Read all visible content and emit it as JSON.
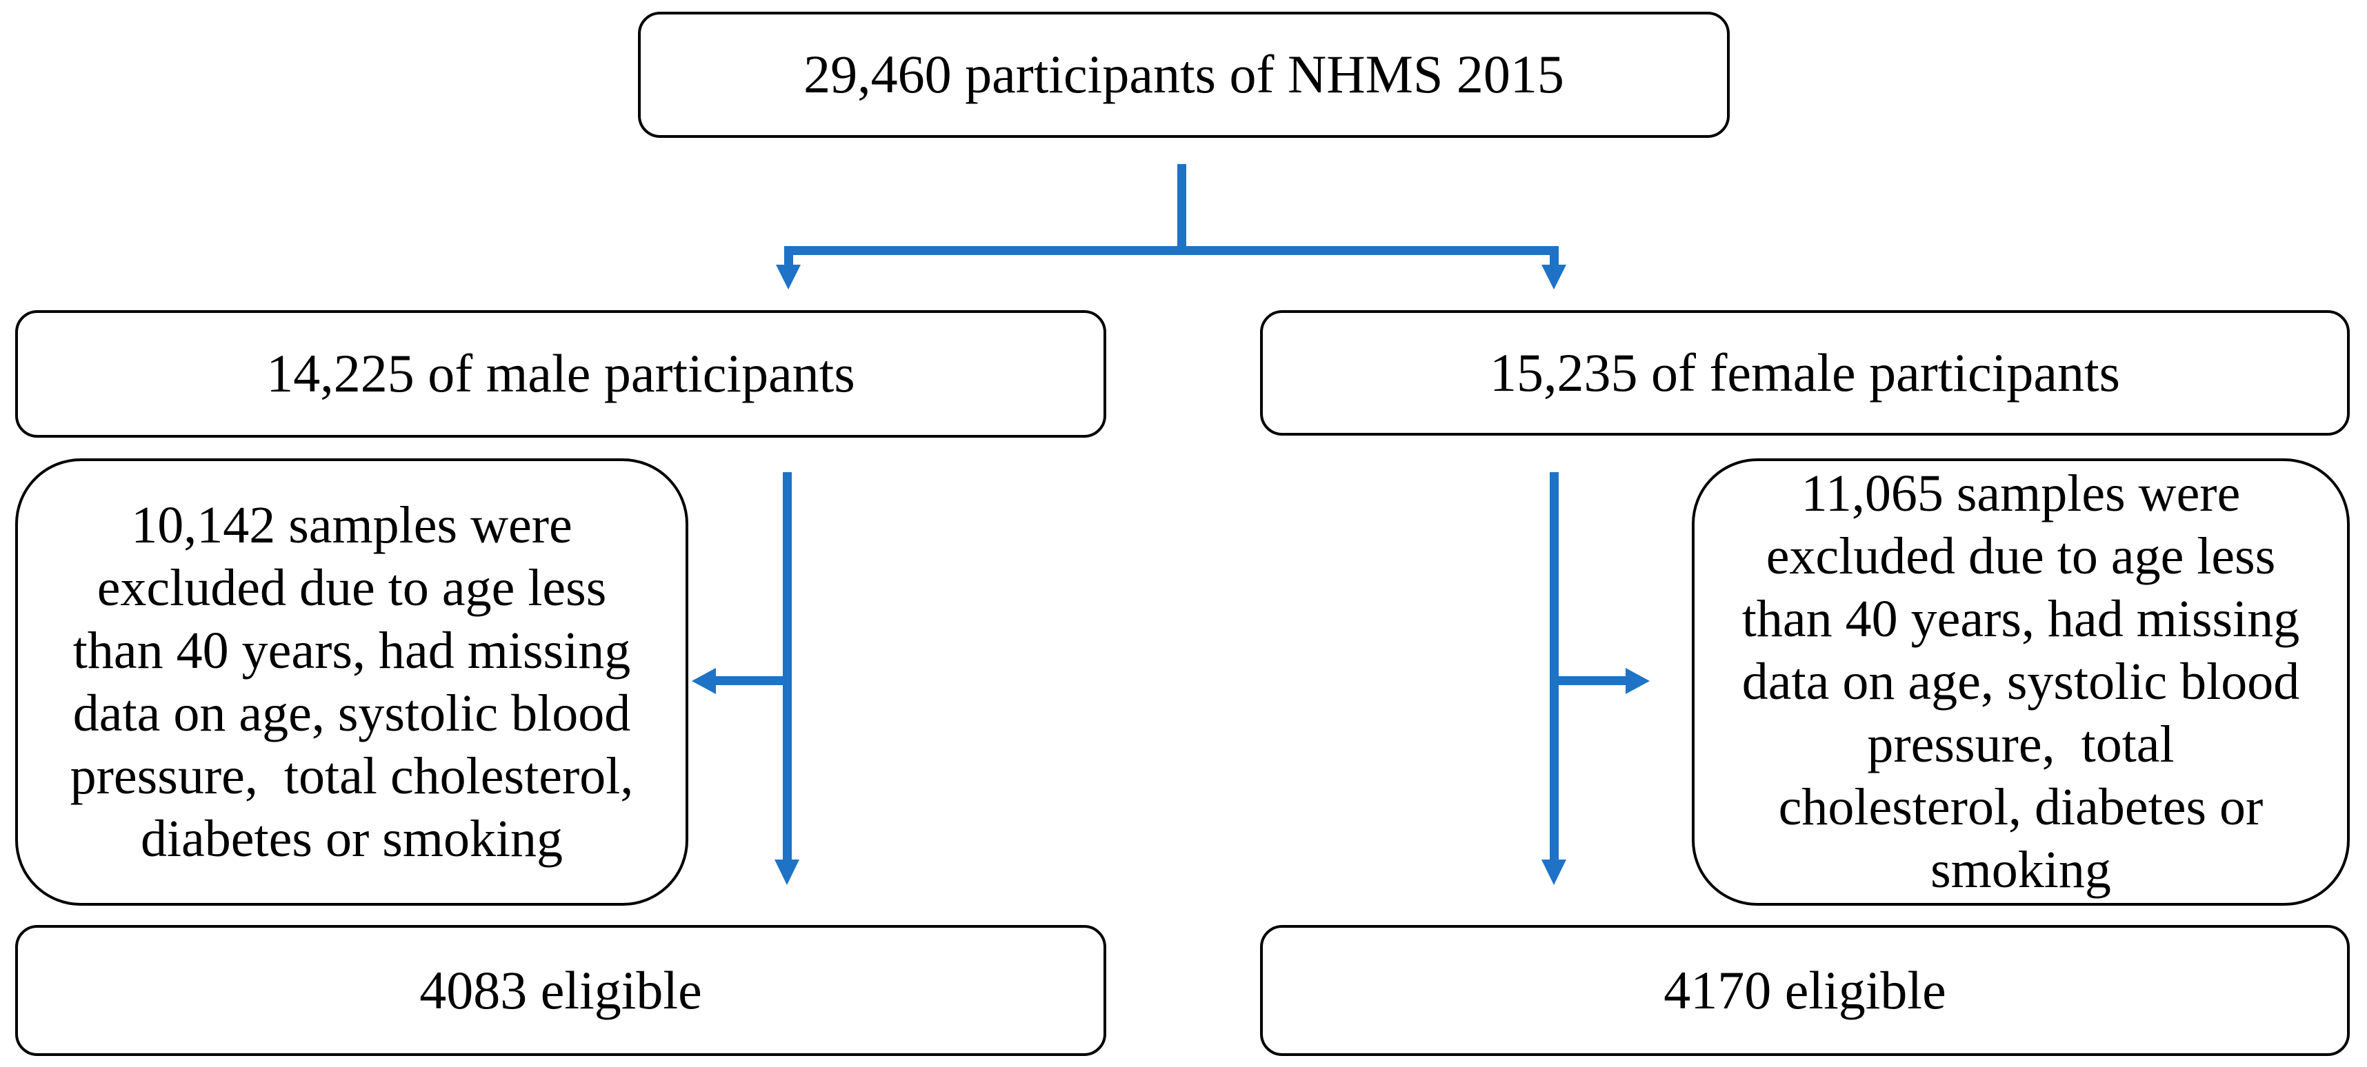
{
  "colors": {
    "arrow": "#1E73C6",
    "box_border": "#000000",
    "text": "#000000",
    "background": "#FFFFFF"
  },
  "boxes": {
    "total_participants": "29,460 participants of NHMS 2015",
    "male_participants": "14,225 of male participants",
    "female_participants": "15,235 of female participants",
    "male_excluded_lines": [
      "10,142 samples were",
      "excluded due to age less",
      "than 40 years, had missing",
      "data on age, systolic blood",
      "pressure,  total cholesterol,",
      "diabetes or smoking"
    ],
    "female_excluded_lines": [
      "11,065 samples were",
      "excluded due to age less",
      "than 40 years, had missing",
      "data on age, systolic blood",
      "pressure,  total",
      "cholesterol, diabetes or",
      "smoking"
    ],
    "male_eligible": "4083 eligible",
    "female_eligible": "4170 eligible"
  }
}
